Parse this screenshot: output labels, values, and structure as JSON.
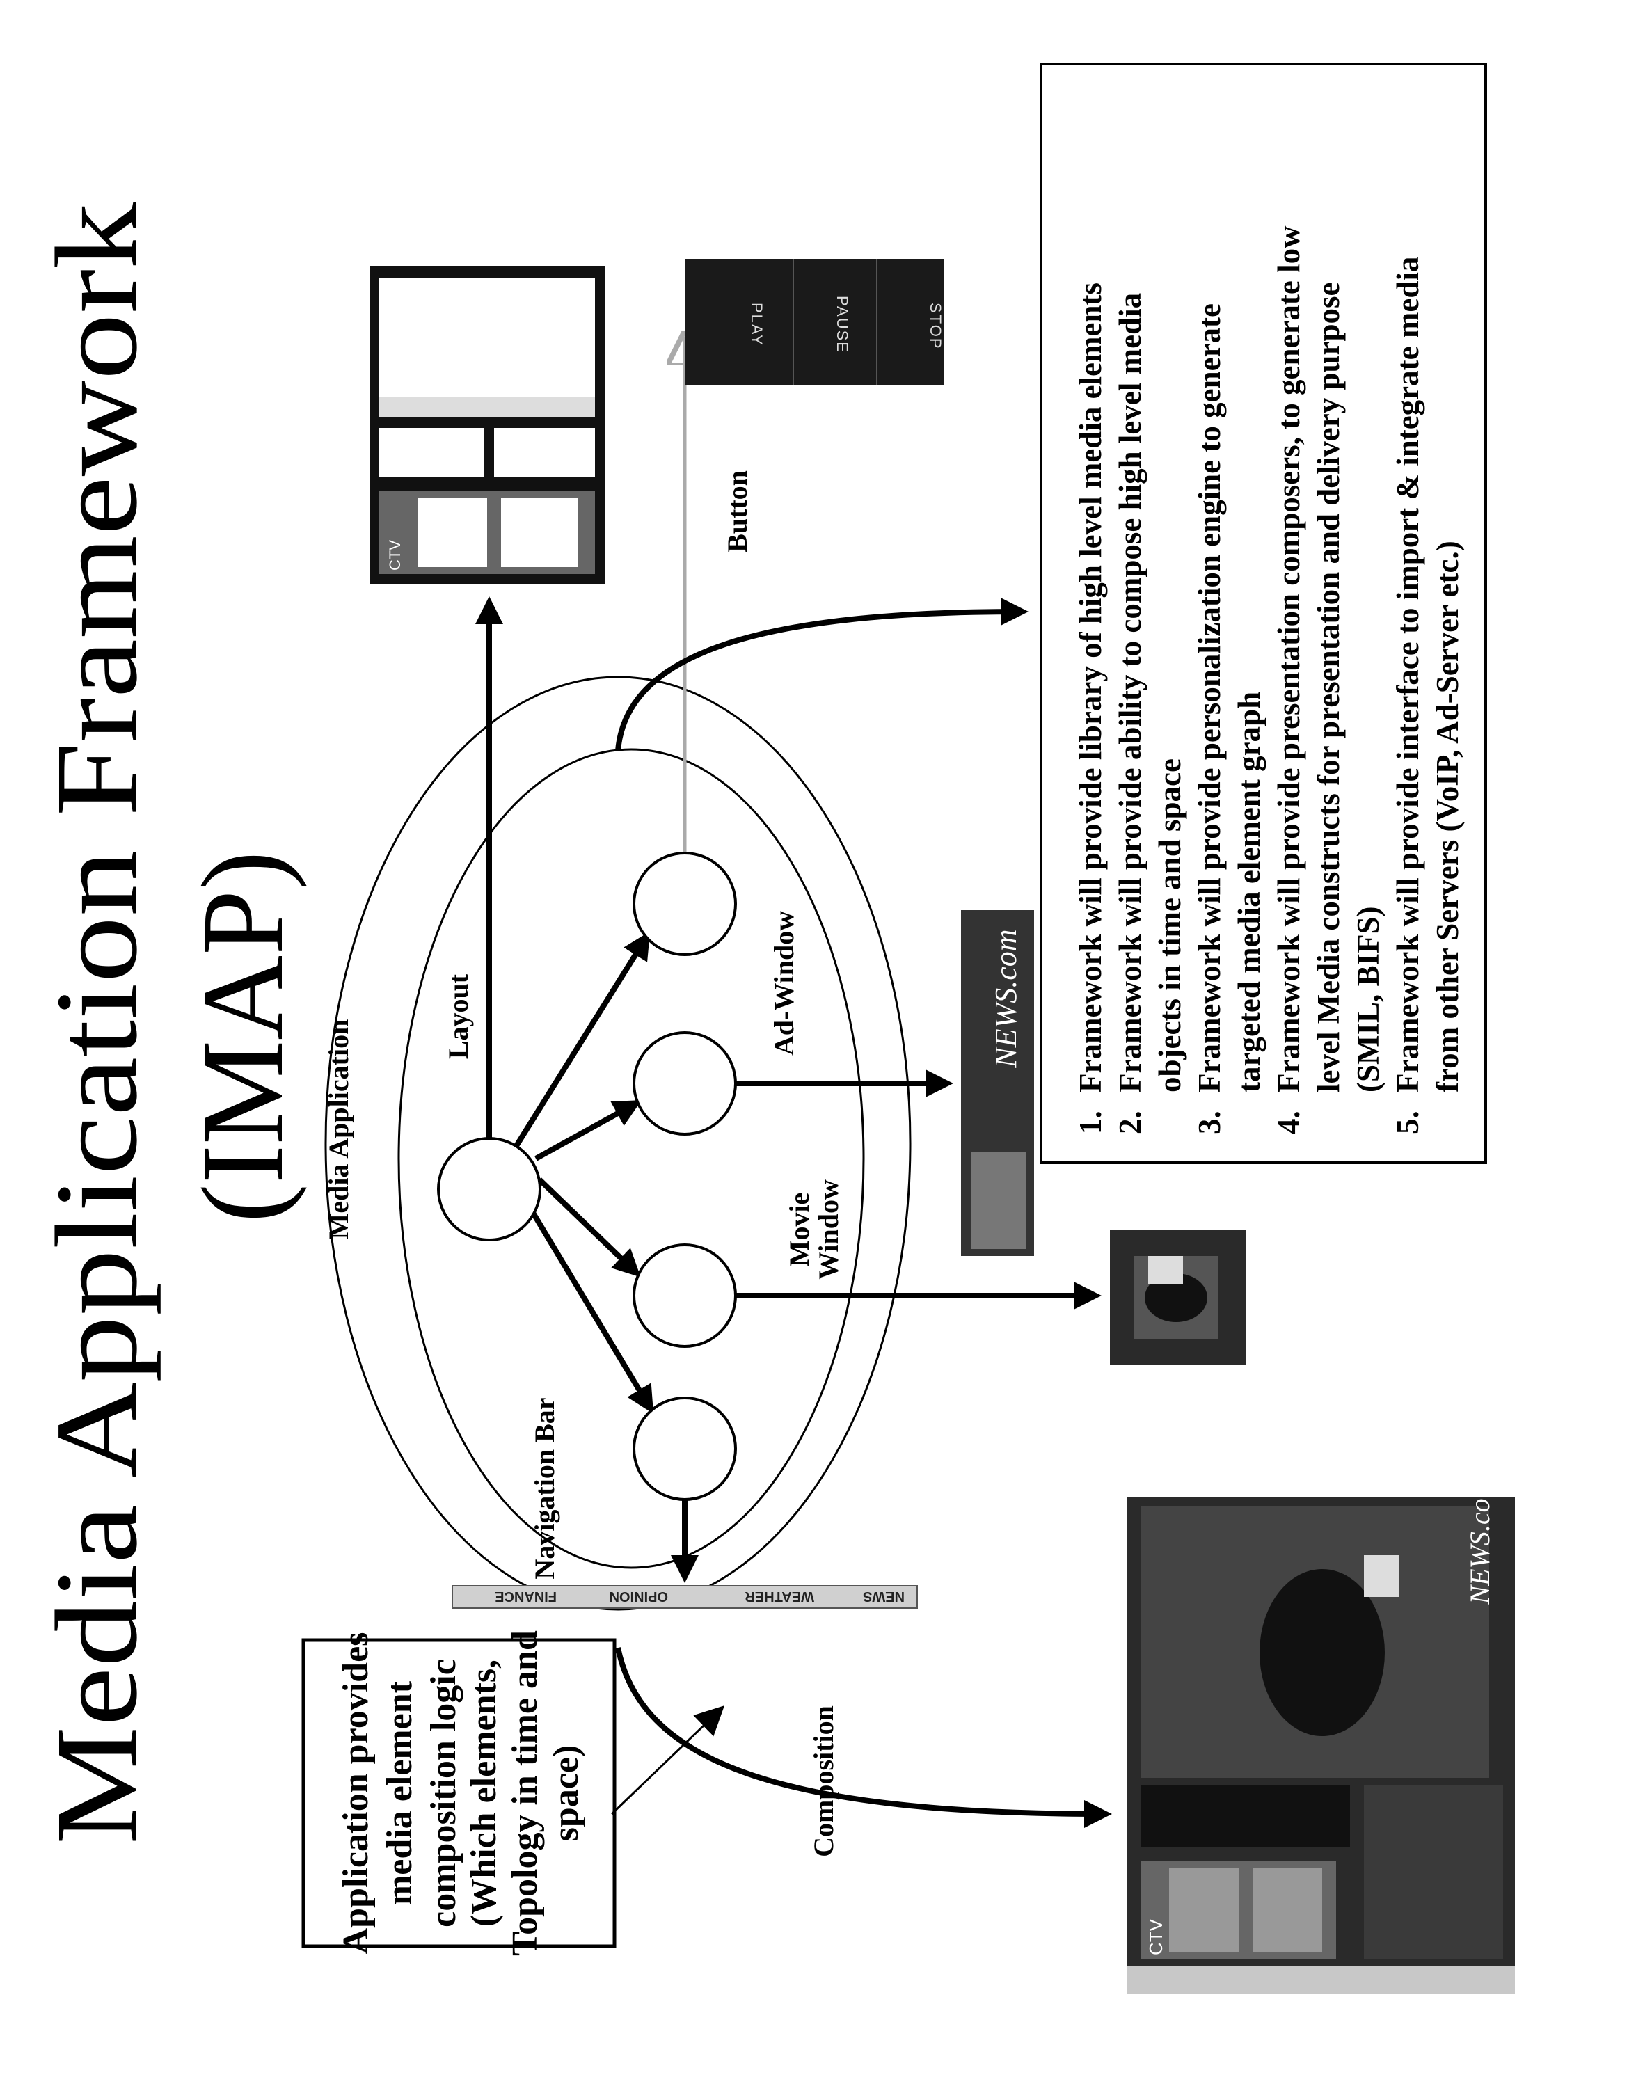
{
  "title": {
    "line1": "Media Application Framework",
    "line2": "(IMAP)"
  },
  "labels": {
    "media_application": "Media Application",
    "layout": "Layout",
    "navigation_bar": "Navigation Bar",
    "movie_window_1": "Movie",
    "movie_window_2": "Window",
    "ad_window": "Ad-Window",
    "button": "Button",
    "composition": "Composition"
  },
  "app_box": {
    "lines": [
      "Application provides",
      "media element",
      "composition logic",
      "(Which elements,",
      "Topology in time and",
      "space)"
    ]
  },
  "framework_list": {
    "items": [
      {
        "number": "1.",
        "lines": [
          "Framework will provide library of high level media elements"
        ]
      },
      {
        "number": "2.",
        "lines": [
          "Framework will provide ability to compose high level media",
          "objects in time and space"
        ]
      },
      {
        "number": "3.",
        "lines": [
          "Framework will provide personalization engine to generate",
          "targeted media element graph"
        ]
      },
      {
        "number": "4.",
        "lines": [
          "Framework will provide presentation composers, to generate low",
          "level Media constructs for presentation and delivery purpose",
          "(SMIL, BIFS)"
        ]
      },
      {
        "number": "5.",
        "lines": [
          "Framework will provide interface to import & integrate media",
          "from other Servers (VoIP, Ad-Server etc.)"
        ]
      }
    ]
  },
  "nav_bar": {
    "items": [
      "NEWS",
      "WEATHER",
      "OPINION",
      "FINANCE"
    ]
  },
  "button_panel": {
    "items": [
      "PLAY",
      "PAUSE",
      "STOP"
    ]
  },
  "thumbnails": {
    "brand": "CTV",
    "ad_text": "NEWS.com"
  },
  "colors": {
    "ink": "#000000",
    "button_line": "#aaaaaa",
    "screen_dark": "#2a2a2a",
    "nav_bar": "#d0d0d0"
  }
}
